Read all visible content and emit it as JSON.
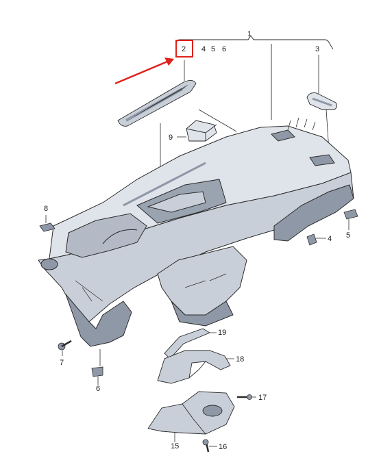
{
  "diagram": {
    "colors": {
      "line": "#2a2a2a",
      "part_fill": "#c9cfd8",
      "part_fill_light": "#dfe3ea",
      "part_fill_dark": "#8f98a6",
      "highlight": "#e0201a"
    },
    "labels": {
      "l1": "1",
      "l2": "2",
      "l3": "3",
      "l4a": "4",
      "l5a": "5",
      "l6a": "6",
      "l4b": "4",
      "l5b": "5",
      "l6b": "6",
      "l7": "7",
      "l8": "8",
      "l9": "9",
      "l15": "15",
      "l16": "16",
      "l17": "17",
      "l18": "18",
      "l19": "19"
    },
    "highlighted_part": "2"
  }
}
